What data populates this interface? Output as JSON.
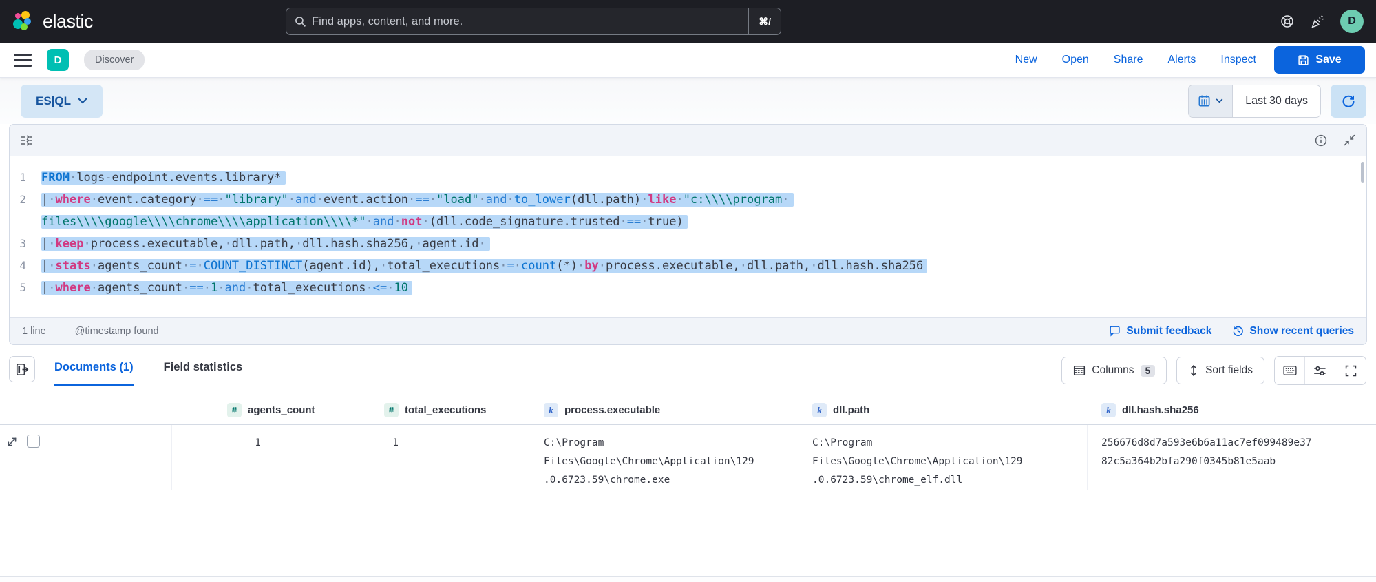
{
  "topbar": {
    "brand": "elastic",
    "search_placeholder": "Find apps, content, and more.",
    "search_shortcut": "⌘/",
    "avatar_initial": "D"
  },
  "toolbar": {
    "space_initial": "D",
    "breadcrumb": "Discover",
    "links": [
      "New",
      "Open",
      "Share",
      "Alerts",
      "Inspect"
    ],
    "save_label": "Save"
  },
  "querybar": {
    "lang_label": "ES|QL",
    "time_range": "Last 30 days"
  },
  "editor": {
    "lines": [
      {
        "num": "1",
        "rows": [
          [
            {
              "t": "FROM",
              "c": "from"
            },
            {
              "t": " logs-endpoint.events.library*",
              "c": "pl"
            }
          ]
        ]
      },
      {
        "num": "2",
        "rows": [
          [
            {
              "t": "| ",
              "c": "pl"
            },
            {
              "t": "where",
              "c": "kw"
            },
            {
              "t": " event.category ",
              "c": "pl"
            },
            {
              "t": "==",
              "c": "op"
            },
            {
              "t": " ",
              "c": "pl"
            },
            {
              "t": "\"library\"",
              "c": "str"
            },
            {
              "t": " ",
              "c": "pl"
            },
            {
              "t": "and",
              "c": "op"
            },
            {
              "t": " event.action ",
              "c": "pl"
            },
            {
              "t": "==",
              "c": "op"
            },
            {
              "t": " ",
              "c": "pl"
            },
            {
              "t": "\"load\"",
              "c": "str"
            },
            {
              "t": " ",
              "c": "pl"
            },
            {
              "t": "and",
              "c": "op"
            },
            {
              "t": " ",
              "c": "pl"
            },
            {
              "t": "to_lower",
              "c": "fn"
            },
            {
              "t": "(dll.path) ",
              "c": "pl"
            },
            {
              "t": "like",
              "c": "kw"
            },
            {
              "t": " ",
              "c": "pl"
            },
            {
              "t": "\"c:\\\\\\\\program ",
              "c": "str"
            }
          ],
          [
            {
              "t": "files\\\\\\\\google\\\\\\\\chrome\\\\\\\\application\\\\\\\\*\"",
              "c": "str"
            },
            {
              "t": " ",
              "c": "pl"
            },
            {
              "t": "and",
              "c": "op"
            },
            {
              "t": " ",
              "c": "pl"
            },
            {
              "t": "not",
              "c": "kw"
            },
            {
              "t": " (dll.code_signature.trusted ",
              "c": "pl"
            },
            {
              "t": "==",
              "c": "op"
            },
            {
              "t": " true)",
              "c": "pl"
            }
          ]
        ]
      },
      {
        "num": "3",
        "rows": [
          [
            {
              "t": "| ",
              "c": "pl"
            },
            {
              "t": "keep",
              "c": "kw"
            },
            {
              "t": " process.executable, dll.path, dll.hash.sha256, agent.id ",
              "c": "pl"
            }
          ]
        ]
      },
      {
        "num": "4",
        "rows": [
          [
            {
              "t": "| ",
              "c": "pl"
            },
            {
              "t": "stats",
              "c": "kw"
            },
            {
              "t": " agents_count ",
              "c": "pl"
            },
            {
              "t": "=",
              "c": "op"
            },
            {
              "t": " ",
              "c": "pl"
            },
            {
              "t": "COUNT_DISTINCT",
              "c": "fn"
            },
            {
              "t": "(agent.id), total_executions ",
              "c": "pl"
            },
            {
              "t": "=",
              "c": "op"
            },
            {
              "t": " ",
              "c": "pl"
            },
            {
              "t": "count",
              "c": "fn"
            },
            {
              "t": "(*) ",
              "c": "pl"
            },
            {
              "t": "by",
              "c": "kw"
            },
            {
              "t": " process.executable, dll.path, dll.hash.sha256",
              "c": "pl"
            }
          ]
        ]
      },
      {
        "num": "5",
        "rows": [
          [
            {
              "t": "| ",
              "c": "pl"
            },
            {
              "t": "where",
              "c": "kw"
            },
            {
              "t": " agents_count ",
              "c": "pl"
            },
            {
              "t": "==",
              "c": "op"
            },
            {
              "t": " ",
              "c": "pl"
            },
            {
              "t": "1",
              "c": "num"
            },
            {
              "t": " ",
              "c": "pl"
            },
            {
              "t": "and",
              "c": "op"
            },
            {
              "t": " total_executions ",
              "c": "pl"
            },
            {
              "t": "<=",
              "c": "op"
            },
            {
              "t": " ",
              "c": "pl"
            },
            {
              "t": "10",
              "c": "num"
            }
          ]
        ]
      }
    ],
    "footer": {
      "line_count": "1 line",
      "timestamp_note": "@timestamp found",
      "feedback_label": "Submit feedback",
      "recent_label": "Show recent queries"
    }
  },
  "results": {
    "tabs": [
      {
        "label": "Documents (1)",
        "active": true
      },
      {
        "label": "Field statistics",
        "active": false
      }
    ],
    "columns_label": "Columns",
    "columns_count": "5",
    "sort_label": "Sort fields",
    "table": {
      "headers": [
        {
          "badge": "#",
          "label": "agents_count",
          "type": "number"
        },
        {
          "badge": "#",
          "label": "total_executions",
          "type": "number"
        },
        {
          "badge": "k",
          "label": "process.executable",
          "type": "keyword"
        },
        {
          "badge": "k",
          "label": "dll.path",
          "type": "keyword"
        },
        {
          "badge": "k",
          "label": "dll.hash.sha256",
          "type": "keyword"
        }
      ],
      "row": {
        "agents_count": "1",
        "total_executions": "1",
        "process_executable": "C:\\Program Files\\Google\\Chrome\\Application\\129.0.6723.59\\chrome.exe",
        "dll_path": "C:\\Program Files\\Google\\Chrome\\Application\\129.0.6723.59\\chrome_elf.dll",
        "dll_hash": "256676d8d7a593e6b6a11ac7ef099489e3782c5a364b2bfa290f0345b81e5aab"
      }
    }
  },
  "colors": {
    "primary_blue": "#0b64dd",
    "accent_teal": "#00bfb3",
    "selection_highlight": "#b7d8f8",
    "syntax_keyword_pink": "#d13a82",
    "syntax_function_blue": "#0e74d1",
    "syntax_string_teal": "#00756b",
    "topbar_dark": "#1d1e24"
  }
}
